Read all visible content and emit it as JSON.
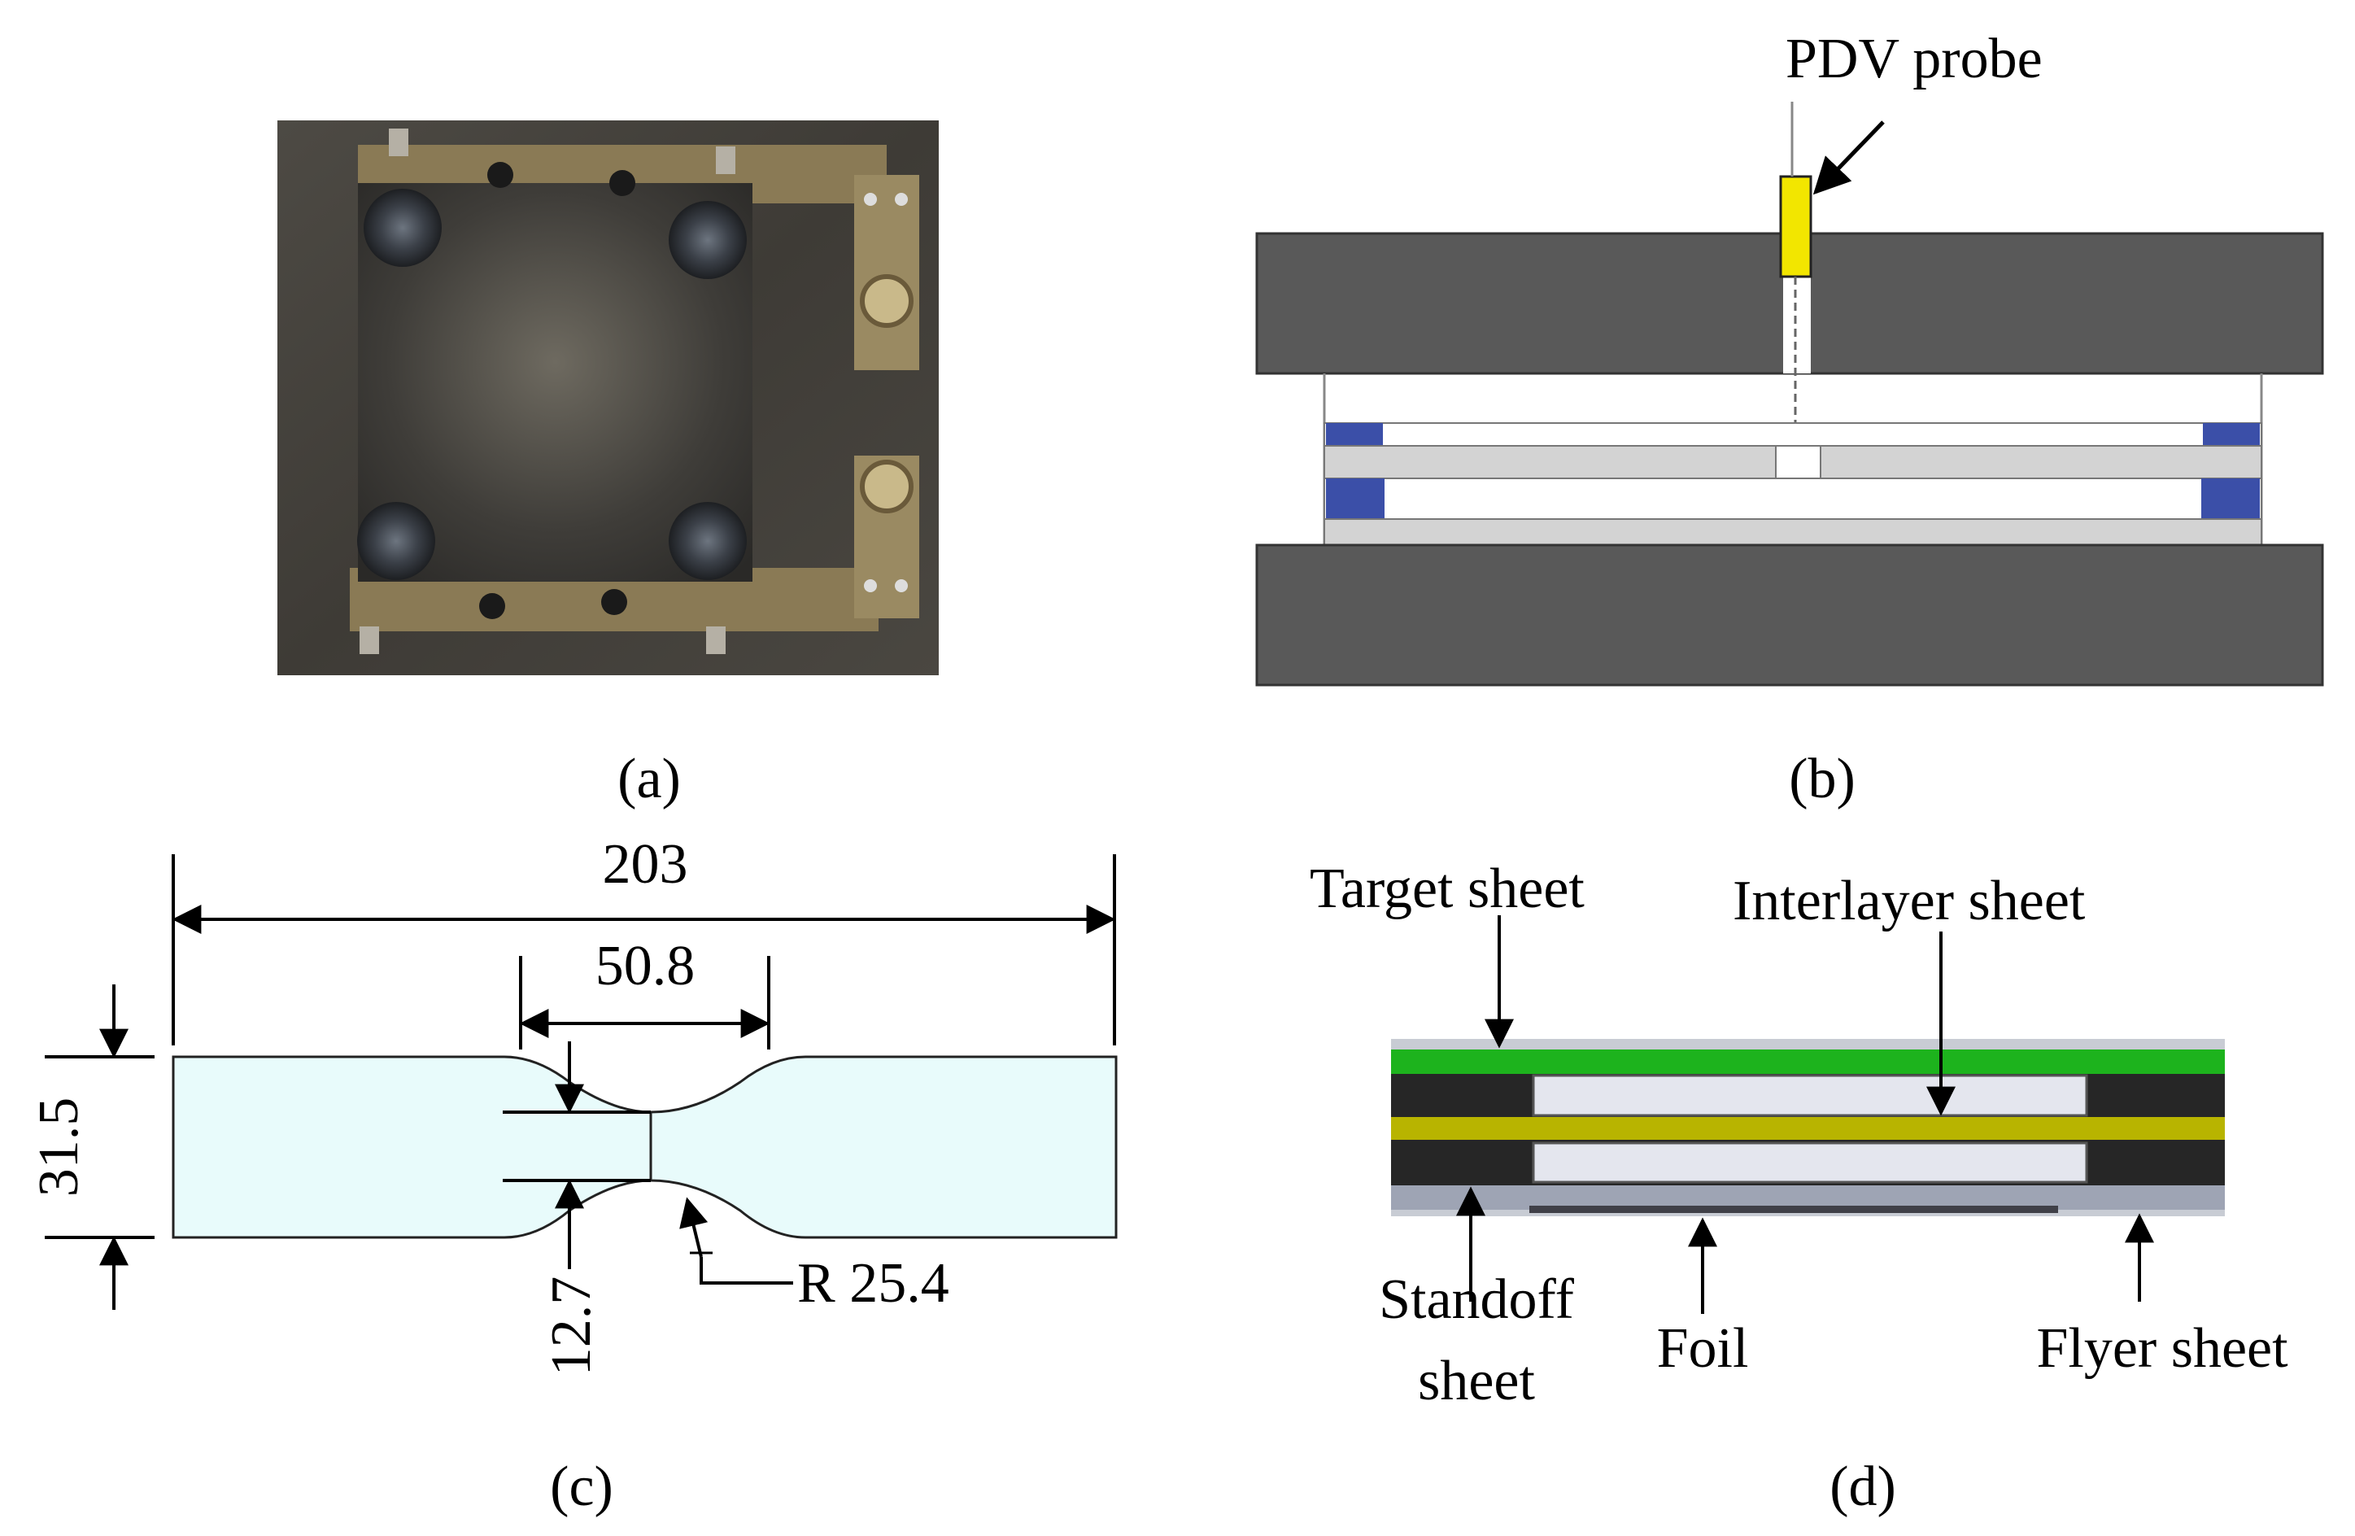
{
  "panels": {
    "a": {
      "caption": "(a)"
    },
    "b": {
      "caption": "(b)",
      "probe_label": "PDV probe"
    },
    "c": {
      "caption": "(c)",
      "dimensions": {
        "overall_length": "203",
        "gauge_length": "50.8",
        "width": "31.5",
        "gauge_width": "12.7",
        "radius": "R 25.4"
      }
    },
    "d": {
      "caption": "(d)",
      "labels": {
        "target": "Target sheet",
        "interlayer": "Interlayer sheet",
        "standoff_line1": "Standoff",
        "standoff_line2": "sheet",
        "foil": "Foil",
        "flyer": "Flyer sheet"
      }
    }
  },
  "colors": {
    "plate_dark": "#595959",
    "spacer_blue": "#3b4fa8",
    "sheet_gray": "#d3d3d3",
    "probe_yellow": "#f2e600",
    "specimen_fill": "#e8fbfb",
    "target_green": "#1db31d",
    "interlayer_olive": "#b8b400",
    "standoff_black": "#262626",
    "flyer_gray": "#9ea4b4"
  }
}
